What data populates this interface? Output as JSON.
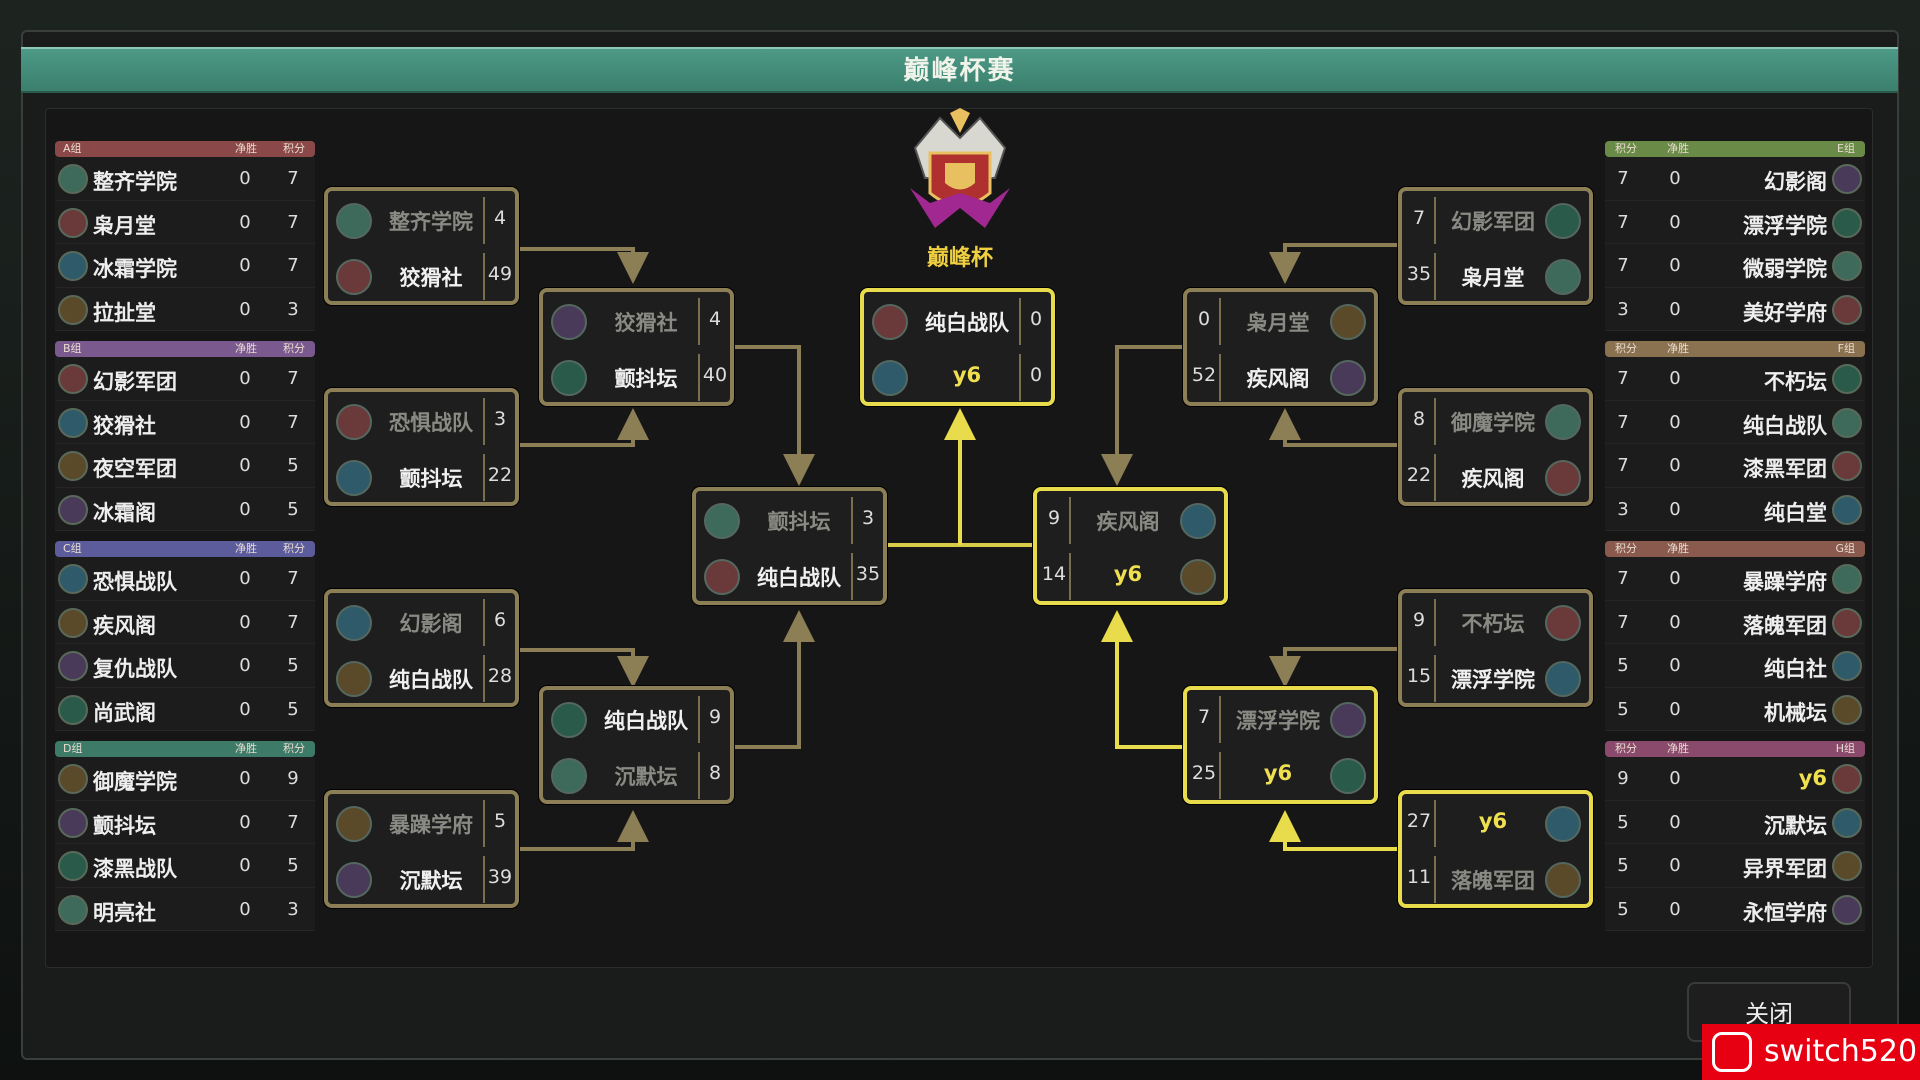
{
  "title": "巅峰杯赛",
  "cup_label": "巅峰杯",
  "close_label": "关闭",
  "watermark": "switch520",
  "colors": {
    "normal_line": "#8d7f55",
    "highlight_line": "#e8dc4c",
    "player_team": "#f0e050"
  },
  "col_net": "净胜",
  "col_points": "积分",
  "groups": [
    {
      "label": "A组",
      "side": "left",
      "color": "#8a4848",
      "rows": [
        {
          "name": "整齐学院",
          "net": "0",
          "pts": "7"
        },
        {
          "name": "枭月堂",
          "net": "0",
          "pts": "7"
        },
        {
          "name": "冰霜学院",
          "net": "0",
          "pts": "7"
        },
        {
          "name": "拉扯堂",
          "net": "0",
          "pts": "3"
        }
      ]
    },
    {
      "label": "B组",
      "side": "left",
      "color": "#7a5a8e",
      "rows": [
        {
          "name": "幻影军团",
          "net": "0",
          "pts": "7"
        },
        {
          "name": "狡猾社",
          "net": "0",
          "pts": "7"
        },
        {
          "name": "夜空军团",
          "net": "0",
          "pts": "5"
        },
        {
          "name": "冰霜阁",
          "net": "0",
          "pts": "5"
        }
      ]
    },
    {
      "label": "C组",
      "side": "left",
      "color": "#5c5c9c",
      "rows": [
        {
          "name": "恐惧战队",
          "net": "0",
          "pts": "7"
        },
        {
          "name": "疾风阁",
          "net": "0",
          "pts": "7"
        },
        {
          "name": "复仇战队",
          "net": "0",
          "pts": "5"
        },
        {
          "name": "尚武阁",
          "net": "0",
          "pts": "5"
        }
      ]
    },
    {
      "label": "D组",
      "side": "left",
      "color": "#3e7a68",
      "rows": [
        {
          "name": "御魔学院",
          "net": "0",
          "pts": "9"
        },
        {
          "name": "颤抖坛",
          "net": "0",
          "pts": "7"
        },
        {
          "name": "漆黑战队",
          "net": "0",
          "pts": "5"
        },
        {
          "name": "明亮社",
          "net": "0",
          "pts": "3"
        }
      ]
    },
    {
      "label": "E组",
      "side": "right",
      "color": "#6a8a48",
      "rows": [
        {
          "name": "幻影阁",
          "net": "0",
          "pts": "7"
        },
        {
          "name": "漂浮学院",
          "net": "0",
          "pts": "7"
        },
        {
          "name": "微弱学院",
          "net": "0",
          "pts": "7"
        },
        {
          "name": "美好学府",
          "net": "0",
          "pts": "3"
        }
      ]
    },
    {
      "label": "F组",
      "side": "right",
      "color": "#8a7250",
      "rows": [
        {
          "name": "不朽坛",
          "net": "0",
          "pts": "7"
        },
        {
          "name": "纯白战队",
          "net": "0",
          "pts": "7"
        },
        {
          "name": "漆黑军团",
          "net": "0",
          "pts": "7"
        },
        {
          "name": "纯白堂",
          "net": "0",
          "pts": "3"
        }
      ]
    },
    {
      "label": "G组",
      "side": "right",
      "color": "#8a5a4e",
      "rows": [
        {
          "name": "暴躁学府",
          "net": "0",
          "pts": "7"
        },
        {
          "name": "落魄军团",
          "net": "0",
          "pts": "7"
        },
        {
          "name": "纯白社",
          "net": "0",
          "pts": "5"
        },
        {
          "name": "机械坛",
          "net": "0",
          "pts": "5"
        }
      ]
    },
    {
      "label": "H组",
      "side": "right",
      "color": "#8a4a6c",
      "rows": [
        {
          "name": "y6",
          "net": "0",
          "pts": "9",
          "player": true
        },
        {
          "name": "沉默坛",
          "net": "0",
          "pts": "5"
        },
        {
          "name": "异界军团",
          "net": "0",
          "pts": "5"
        },
        {
          "name": "永恒学府",
          "net": "0",
          "pts": "5"
        }
      ]
    }
  ],
  "matches": [
    {
      "round": "left-r1",
      "side": "left",
      "teams": [
        {
          "name": "整齐学院",
          "score": "4",
          "lost": true
        },
        {
          "name": "狡猾社",
          "score": "49"
        }
      ]
    },
    {
      "round": "left-r1",
      "side": "left",
      "teams": [
        {
          "name": "恐惧战队",
          "score": "3",
          "lost": true
        },
        {
          "name": "颤抖坛",
          "score": "22"
        }
      ]
    },
    {
      "round": "left-r1",
      "side": "left",
      "teams": [
        {
          "name": "幻影阁",
          "score": "6",
          "lost": true
        },
        {
          "name": "纯白战队",
          "score": "28"
        }
      ]
    },
    {
      "round": "left-r1",
      "side": "left",
      "teams": [
        {
          "name": "暴躁学府",
          "score": "5",
          "lost": true
        },
        {
          "name": "沉默坛",
          "score": "39"
        }
      ]
    },
    {
      "round": "left-r2",
      "side": "left",
      "teams": [
        {
          "name": "狡猾社",
          "score": "4",
          "lost": true
        },
        {
          "name": "颤抖坛",
          "score": "40"
        }
      ]
    },
    {
      "round": "left-r2",
      "side": "left",
      "teams": [
        {
          "name": "纯白战队",
          "score": "9"
        },
        {
          "name": "沉默坛",
          "score": "8",
          "lost": true
        }
      ]
    },
    {
      "round": "left-semi",
      "side": "left",
      "teams": [
        {
          "name": "颤抖坛",
          "score": "3",
          "lost": true
        },
        {
          "name": "纯白战队",
          "score": "35"
        }
      ]
    },
    {
      "round": "final",
      "side": "left",
      "highlight": true,
      "teams": [
        {
          "name": "纯白战队",
          "score": "0"
        },
        {
          "name": "y6",
          "score": "0",
          "player": true
        }
      ]
    },
    {
      "round": "right-semi",
      "side": "right",
      "highlight": true,
      "teams": [
        {
          "name": "疾风阁",
          "score": "9",
          "lost": true
        },
        {
          "name": "y6",
          "score": "14",
          "player": true
        }
      ]
    },
    {
      "round": "right-r2",
      "side": "right",
      "teams": [
        {
          "name": "枭月堂",
          "score": "0",
          "lost": true
        },
        {
          "name": "疾风阁",
          "score": "52"
        }
      ]
    },
    {
      "round": "right-r2",
      "side": "right",
      "highlight": true,
      "teams": [
        {
          "name": "漂浮学院",
          "score": "7",
          "lost": true
        },
        {
          "name": "y6",
          "score": "25",
          "player": true
        }
      ]
    },
    {
      "round": "right-r1",
      "side": "right",
      "teams": [
        {
          "name": "幻影军团",
          "score": "7",
          "lost": true
        },
        {
          "name": "枭月堂",
          "score": "35"
        }
      ]
    },
    {
      "round": "right-r1",
      "side": "right",
      "teams": [
        {
          "name": "御魔学院",
          "score": "8",
          "lost": true
        },
        {
          "name": "疾风阁",
          "score": "22"
        }
      ]
    },
    {
      "round": "right-r1",
      "side": "right",
      "teams": [
        {
          "name": "不朽坛",
          "score": "9",
          "lost": true
        },
        {
          "name": "漂浮学院",
          "score": "15"
        }
      ]
    },
    {
      "round": "right-r1",
      "side": "right",
      "highlight": true,
      "teams": [
        {
          "name": "y6",
          "score": "27",
          "player": true
        },
        {
          "name": "落魄军团",
          "score": "11",
          "lost": true
        }
      ]
    }
  ]
}
